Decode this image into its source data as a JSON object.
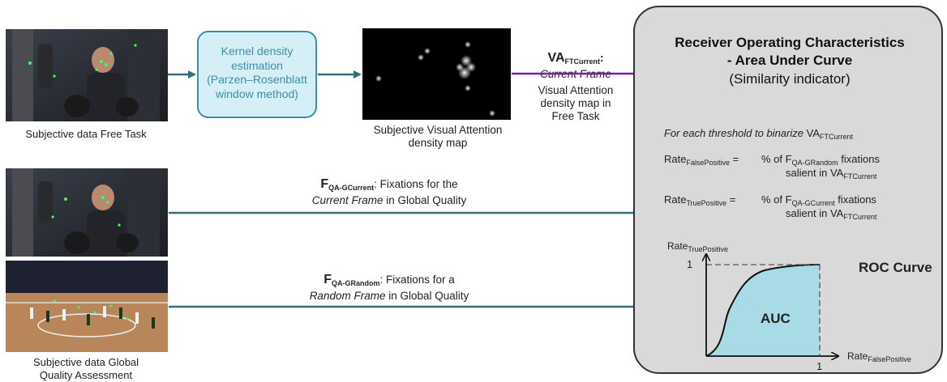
{
  "left_captions": {
    "free_task": "Subjective data Free Task",
    "global_quality_line1": "Subjective data Global",
    "global_quality_line2": "Quality Assessment"
  },
  "kde_box": {
    "line1": "Kernel density",
    "line2": "estimation",
    "line3": "(Parzen–Rosenblatt",
    "line4": "window method)"
  },
  "density_map": {
    "caption_line1": "Subjective Visual Attention",
    "caption_line2": "density map"
  },
  "va_label": {
    "main": "VA",
    "sub": "FTCurrent",
    "colon": ":",
    "line2": "Current Frame",
    "line3": "Visual Attention",
    "line4": "density map in",
    "line5": "Free Task"
  },
  "f_current_label": {
    "main": "F",
    "sub": "QA-GCurrent",
    "rest": ": Fixations for the",
    "line2_ital": "Current Frame",
    "line2_rest": " in Global Quality"
  },
  "f_random_label": {
    "main": "F",
    "sub": "QA-GRandom",
    "rest": ": Fixations for a",
    "line2_ital": "Random Frame",
    "line2_rest": " in Global Quality"
  },
  "roc_panel": {
    "title_line1": "Receiver Operating Characteristics",
    "title_line2": "- Area Under Curve",
    "subtitle": "(Similarity indicator)",
    "threshold_text": "For each threshold to binarize",
    "threshold_va": "VA",
    "threshold_va_sub": "FTCurrent",
    "fp_rate": "Rate",
    "fp_rate_sub": "FalsePositive",
    "eq": "=",
    "pct_of": "% of",
    "fp_F": "F",
    "fp_F_sub": "QA-GRandom",
    "fixations": "fixations",
    "salient_in": "salient in",
    "va": "VA",
    "va_sub": "FTCurrent",
    "tp_rate": "Rate",
    "tp_rate_sub": "TruePositive",
    "tp_F": "F",
    "tp_F_sub": "QA-GCurrent",
    "y_axis": "Rate",
    "y_axis_sub": "TruePositive",
    "x_axis": "Rate",
    "x_axis_sub": "FalsePositive",
    "y_one": "1",
    "x_one": "1",
    "auc": "AUC",
    "roc_curve": "ROC Curve"
  },
  "colors": {
    "teal_arrow": "#2f6f7f",
    "purple_arrow": "#7a1fa2",
    "kde_fill": "#d6eef5",
    "kde_border": "#3f8ea3",
    "auc_fill": "#a9dbe6",
    "panel_fill": "#d9d9d9"
  }
}
